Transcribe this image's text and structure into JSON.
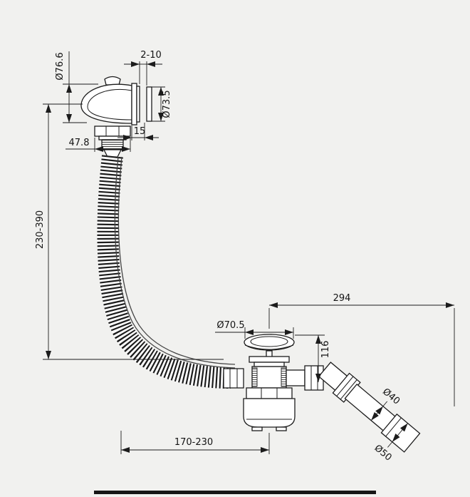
{
  "drawing": {
    "kind": "technical-dimension-drawing",
    "subject": "bath-waste-overflow-with-flexible-hose-and-drain"
  },
  "colors": {
    "background": "#f1f1ef",
    "line": "#1c1c1c"
  },
  "dims": {
    "cap_diameter": "Ø76.6",
    "wall_thickness": "2-10",
    "flange_diameter": "Ø73.5",
    "flange_depth": "15",
    "body_width": "47.8",
    "hose_length": "230-390",
    "outlet_reach": "294",
    "plug_diameter": "Ø70.5",
    "drain_height": "116",
    "pipe_diameter": "Ø40",
    "socket_diameter": "Ø50",
    "drain_offset": "170-230"
  }
}
